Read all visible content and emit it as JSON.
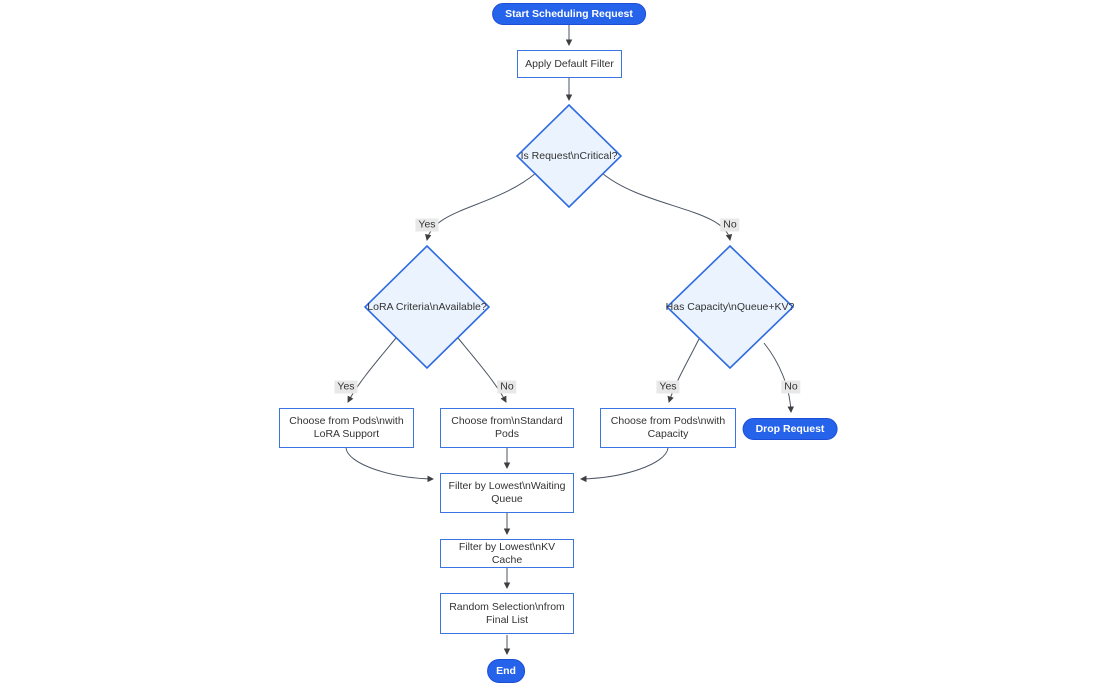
{
  "diagram": {
    "type": "flowchart",
    "direction": "top-down",
    "nodes": {
      "start": {
        "label": "Start Scheduling Request",
        "shape": "stadium"
      },
      "apply_default_filter": {
        "label": "Apply Default Filter",
        "shape": "rect"
      },
      "is_request_critical": {
        "label": "Is Request\\nCritical?",
        "shape": "diamond"
      },
      "lora_criteria": {
        "label": "LoRA Criteria\\nAvailable?",
        "shape": "diamond"
      },
      "has_capacity": {
        "label": "Has Capacity\\nQueue+KV?",
        "shape": "diamond"
      },
      "choose_lora_pods": {
        "label": "Choose from Pods\\nwith LoRA Support",
        "shape": "rect"
      },
      "choose_standard_pods": {
        "label": "Choose from\\nStandard Pods",
        "shape": "rect"
      },
      "choose_capacity_pods": {
        "label": "Choose from Pods\\nwith Capacity",
        "shape": "rect"
      },
      "drop_request": {
        "label": "Drop Request",
        "shape": "stadium"
      },
      "filter_waiting_queue": {
        "label": "Filter by Lowest\\nWaiting Queue",
        "shape": "rect"
      },
      "filter_kv_cache": {
        "label": "Filter by Lowest\\nKV Cache",
        "shape": "rect"
      },
      "random_selection": {
        "label": "Random Selection\\nfrom Final List",
        "shape": "rect"
      },
      "end": {
        "label": "End",
        "shape": "stadium"
      }
    },
    "edges": [
      {
        "from": "start",
        "to": "apply_default_filter",
        "label": ""
      },
      {
        "from": "apply_default_filter",
        "to": "is_request_critical",
        "label": ""
      },
      {
        "from": "is_request_critical",
        "to": "lora_criteria",
        "label": "Yes"
      },
      {
        "from": "is_request_critical",
        "to": "has_capacity",
        "label": "No"
      },
      {
        "from": "lora_criteria",
        "to": "choose_lora_pods",
        "label": "Yes"
      },
      {
        "from": "lora_criteria",
        "to": "choose_standard_pods",
        "label": "No"
      },
      {
        "from": "has_capacity",
        "to": "choose_capacity_pods",
        "label": "Yes"
      },
      {
        "from": "has_capacity",
        "to": "drop_request",
        "label": "No"
      },
      {
        "from": "choose_lora_pods",
        "to": "filter_waiting_queue",
        "label": ""
      },
      {
        "from": "choose_standard_pods",
        "to": "filter_waiting_queue",
        "label": ""
      },
      {
        "from": "choose_capacity_pods",
        "to": "filter_waiting_queue",
        "label": ""
      },
      {
        "from": "filter_waiting_queue",
        "to": "filter_kv_cache",
        "label": ""
      },
      {
        "from": "filter_kv_cache",
        "to": "random_selection",
        "label": ""
      },
      {
        "from": "random_selection",
        "to": "end",
        "label": ""
      }
    ],
    "colors": {
      "accent_blue": "#2563EB",
      "node_border": "#2F6BE0",
      "diamond_fill": "#EBF3FE",
      "rect_fill": "#FFFFFF",
      "edge_line": "#4B5563",
      "edge_label_bg": "#E8E8E8",
      "text": "#333333",
      "pill_text": "#FFFFFF"
    }
  }
}
